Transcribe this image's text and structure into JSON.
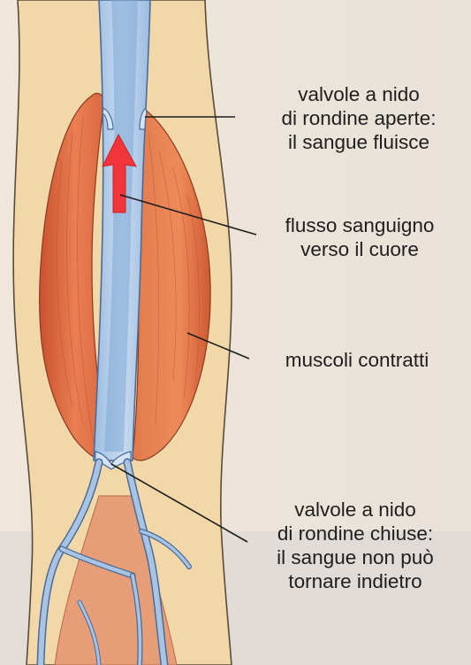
{
  "labels": {
    "valves_open": {
      "line1": "valvole a nido",
      "line2": "di rondine aperte:",
      "line3": "il sangue fluisce"
    },
    "blood_flow": {
      "line1": "flusso sanguigno",
      "line2": "verso il cuore"
    },
    "muscles": {
      "line1": "muscoli contratti"
    },
    "valves_closed": {
      "line1": "valvole a nido",
      "line2": "di rondine chiuse:",
      "line3": "il sangue non può",
      "line4": "tornare indietro"
    }
  },
  "colors": {
    "skin": "#f2d8a8",
    "skin_outline": "#5a4a3a",
    "muscle": "#e8764a",
    "muscle_dark": "#c9512e",
    "vein_outer": "#a9c4e2",
    "vein_inner": "#7ea7d6",
    "vein_outline": "#4a6c9a",
    "arrow": "#f0363a",
    "leader_line": "#1e1e1e"
  },
  "icons": {
    "flow_arrow": "arrow-up-icon"
  }
}
